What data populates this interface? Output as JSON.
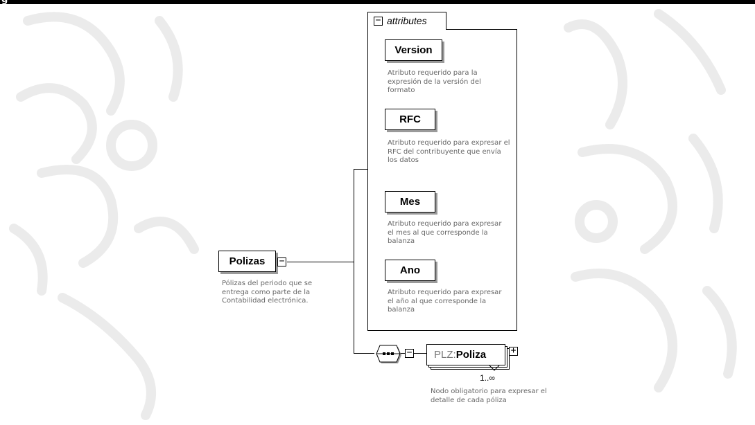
{
  "header": {
    "label": "g"
  },
  "attributes_group": {
    "title": "attributes",
    "toggle": "−"
  },
  "root": {
    "name": "Polizas",
    "toggle": "−",
    "description": "Pólizas del periodo que se entrega como parte de la Contabilidad electrónica."
  },
  "attributes": [
    {
      "name": "Version",
      "description": "Atributo requerido para la expresión de la versión del formato"
    },
    {
      "name": "RFC",
      "description": "Atributo requerido para expresar el RFC del contribuyente que envía los datos"
    },
    {
      "name": "Mes",
      "description": "Atributo requerido para expresar el mes al que corresponde la balanza"
    },
    {
      "name": "Ano",
      "description": "Atributo requerido para expresar el año al que corresponde la balanza"
    }
  ],
  "sequence": {
    "toggle": "−"
  },
  "child": {
    "prefix": "PLZ:",
    "name": "Poliza",
    "toggle": "+",
    "multiplicity": "1..∞",
    "description": "Nodo obligatorio para expresar el detalle de cada póliza"
  },
  "colors": {
    "line": "#000000",
    "shadow": "#9a9a9a",
    "description": "#666666"
  }
}
